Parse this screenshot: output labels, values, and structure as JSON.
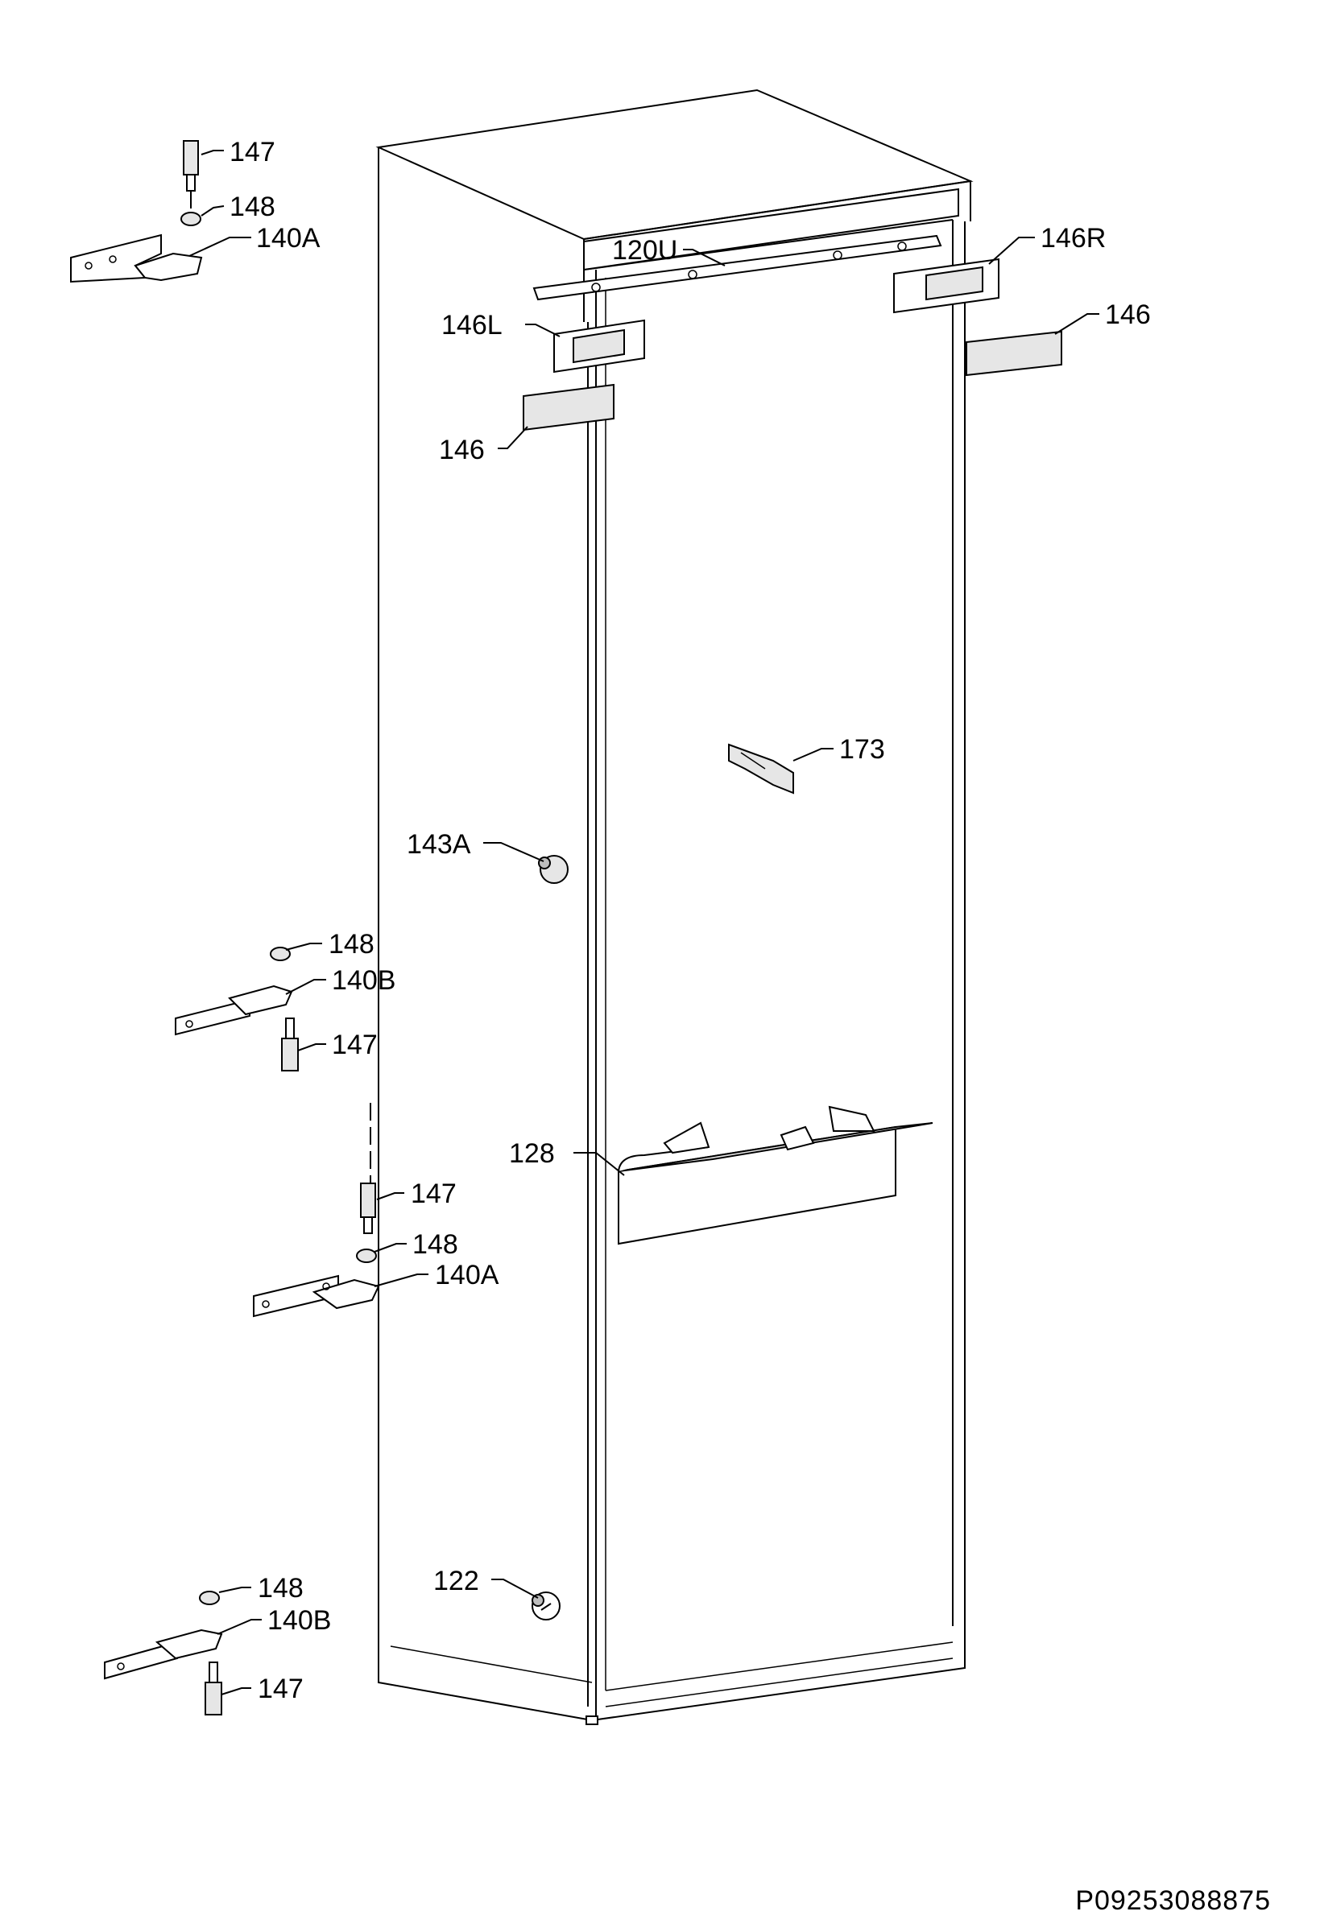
{
  "drawing": {
    "code": "P09253088875"
  },
  "callouts": {
    "c147_top": "147",
    "c148_top": "148",
    "c140a_top": "140A",
    "c120u": "120U",
    "c146r": "146R",
    "c146l": "146L",
    "c146_right": "146",
    "c146_left": "146",
    "c173": "173",
    "c143a": "143A",
    "c148_mid": "148",
    "c140b_mid": "140B",
    "c147_mid": "147",
    "c128": "128",
    "c147_low": "147",
    "c148_low": "148",
    "c140a_low": "140A",
    "c122": "122",
    "c148_bot": "148",
    "c140b_bot": "140B",
    "c147_bot": "147"
  }
}
